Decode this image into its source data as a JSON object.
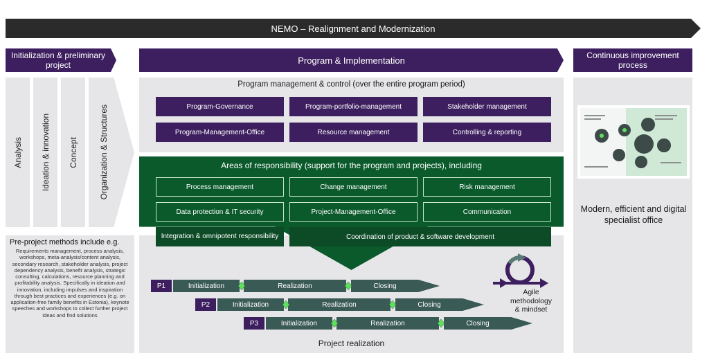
{
  "top_banner": {
    "title": "NEMO – Realignment and Modernization"
  },
  "left_header": {
    "title": "Initialization & preliminary project"
  },
  "center_header": {
    "title": "Program & Implementation"
  },
  "right_header": {
    "title": "Continuous improvement process"
  },
  "left_columns": [
    "Analysis",
    "Ideation & innovation",
    "Concept",
    "Organization & Structures"
  ],
  "pre_project": {
    "heading": "Pre-project methods include e.g.",
    "text": "Requirements management, process analysis, workshops, meta-analysis/content analysis, secondary research, stakeholder analysis, project dependency analysis, benefit analysis, strategic consulting, calculations, resource planning and profitability analysis. Specifically in ideation and innovation, including impulses and inspiration through best practices and experiences (e.g. on application-free family benefits in Estonia), keynote speeches and workshops to collect further project ideas and find solutions"
  },
  "program_management": {
    "title": "Program management & control (over the entire program period)",
    "items": [
      "Program-Governance",
      "Program-portfolio-management",
      "Stakeholder management",
      "Program-Management-Office",
      "Resource management",
      "Controlling & reporting"
    ]
  },
  "responsibility": {
    "title": "Areas of responsibility (support for the program and projects), including",
    "items": [
      "Process management",
      "Change management",
      "Risk management",
      "Data protection & IT security",
      "Project-Management-Office",
      "Communication"
    ],
    "bottom_items": [
      "Integration & omnipotent responsibility",
      "Coordination of product & software development"
    ]
  },
  "projects": [
    {
      "id": "P1",
      "phases": [
        "Initialization",
        "Realization",
        "Closing"
      ]
    },
    {
      "id": "P2",
      "phases": [
        "Initialization",
        "Realization",
        "Closing"
      ]
    },
    {
      "id": "P3",
      "phases": [
        "Initialization",
        "Realization",
        "Closing"
      ]
    }
  ],
  "project_realization": "Project realization",
  "agile": {
    "label": "Agile methodology & mindset"
  },
  "right_panel": {
    "text": "Modern, efficient and digital specialist office"
  },
  "colors": {
    "purple": "#3d1f5f",
    "green": "#0b5a2c",
    "dark": "#2b2b2b",
    "bar": "#3a5a56",
    "diamond": "#5ee05e"
  }
}
